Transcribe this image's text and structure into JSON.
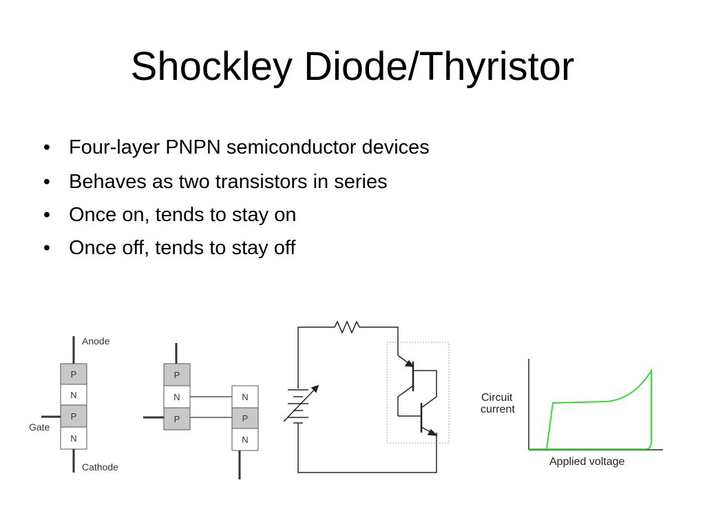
{
  "slide": {
    "title": "Shockley Diode/Thyristor",
    "bullets": [
      "Four-layer PNPN semiconductor devices",
      "Behaves as two transistors in series",
      "Once on, tends to stay on",
      "Once off, tends to stay off"
    ],
    "bullet_glyph": "•"
  },
  "diagram_layers": {
    "anode_label": "Anode",
    "gate_label": "Gate",
    "cathode_label": "Cathode",
    "stack_1": [
      "P",
      "N",
      "P",
      "N"
    ],
    "stack_2a": [
      "P",
      "N",
      "P"
    ],
    "stack_2b": [
      "N",
      "P",
      "N"
    ]
  },
  "iv_graph": {
    "ylabel_line1": "Circuit",
    "ylabel_line2": "current",
    "xlabel": "Applied voltage",
    "curve_color": "#33dd33"
  },
  "colors": {
    "p_layer": "#c8c8c8",
    "n_layer": "#ffffff",
    "outline": "#555555"
  }
}
